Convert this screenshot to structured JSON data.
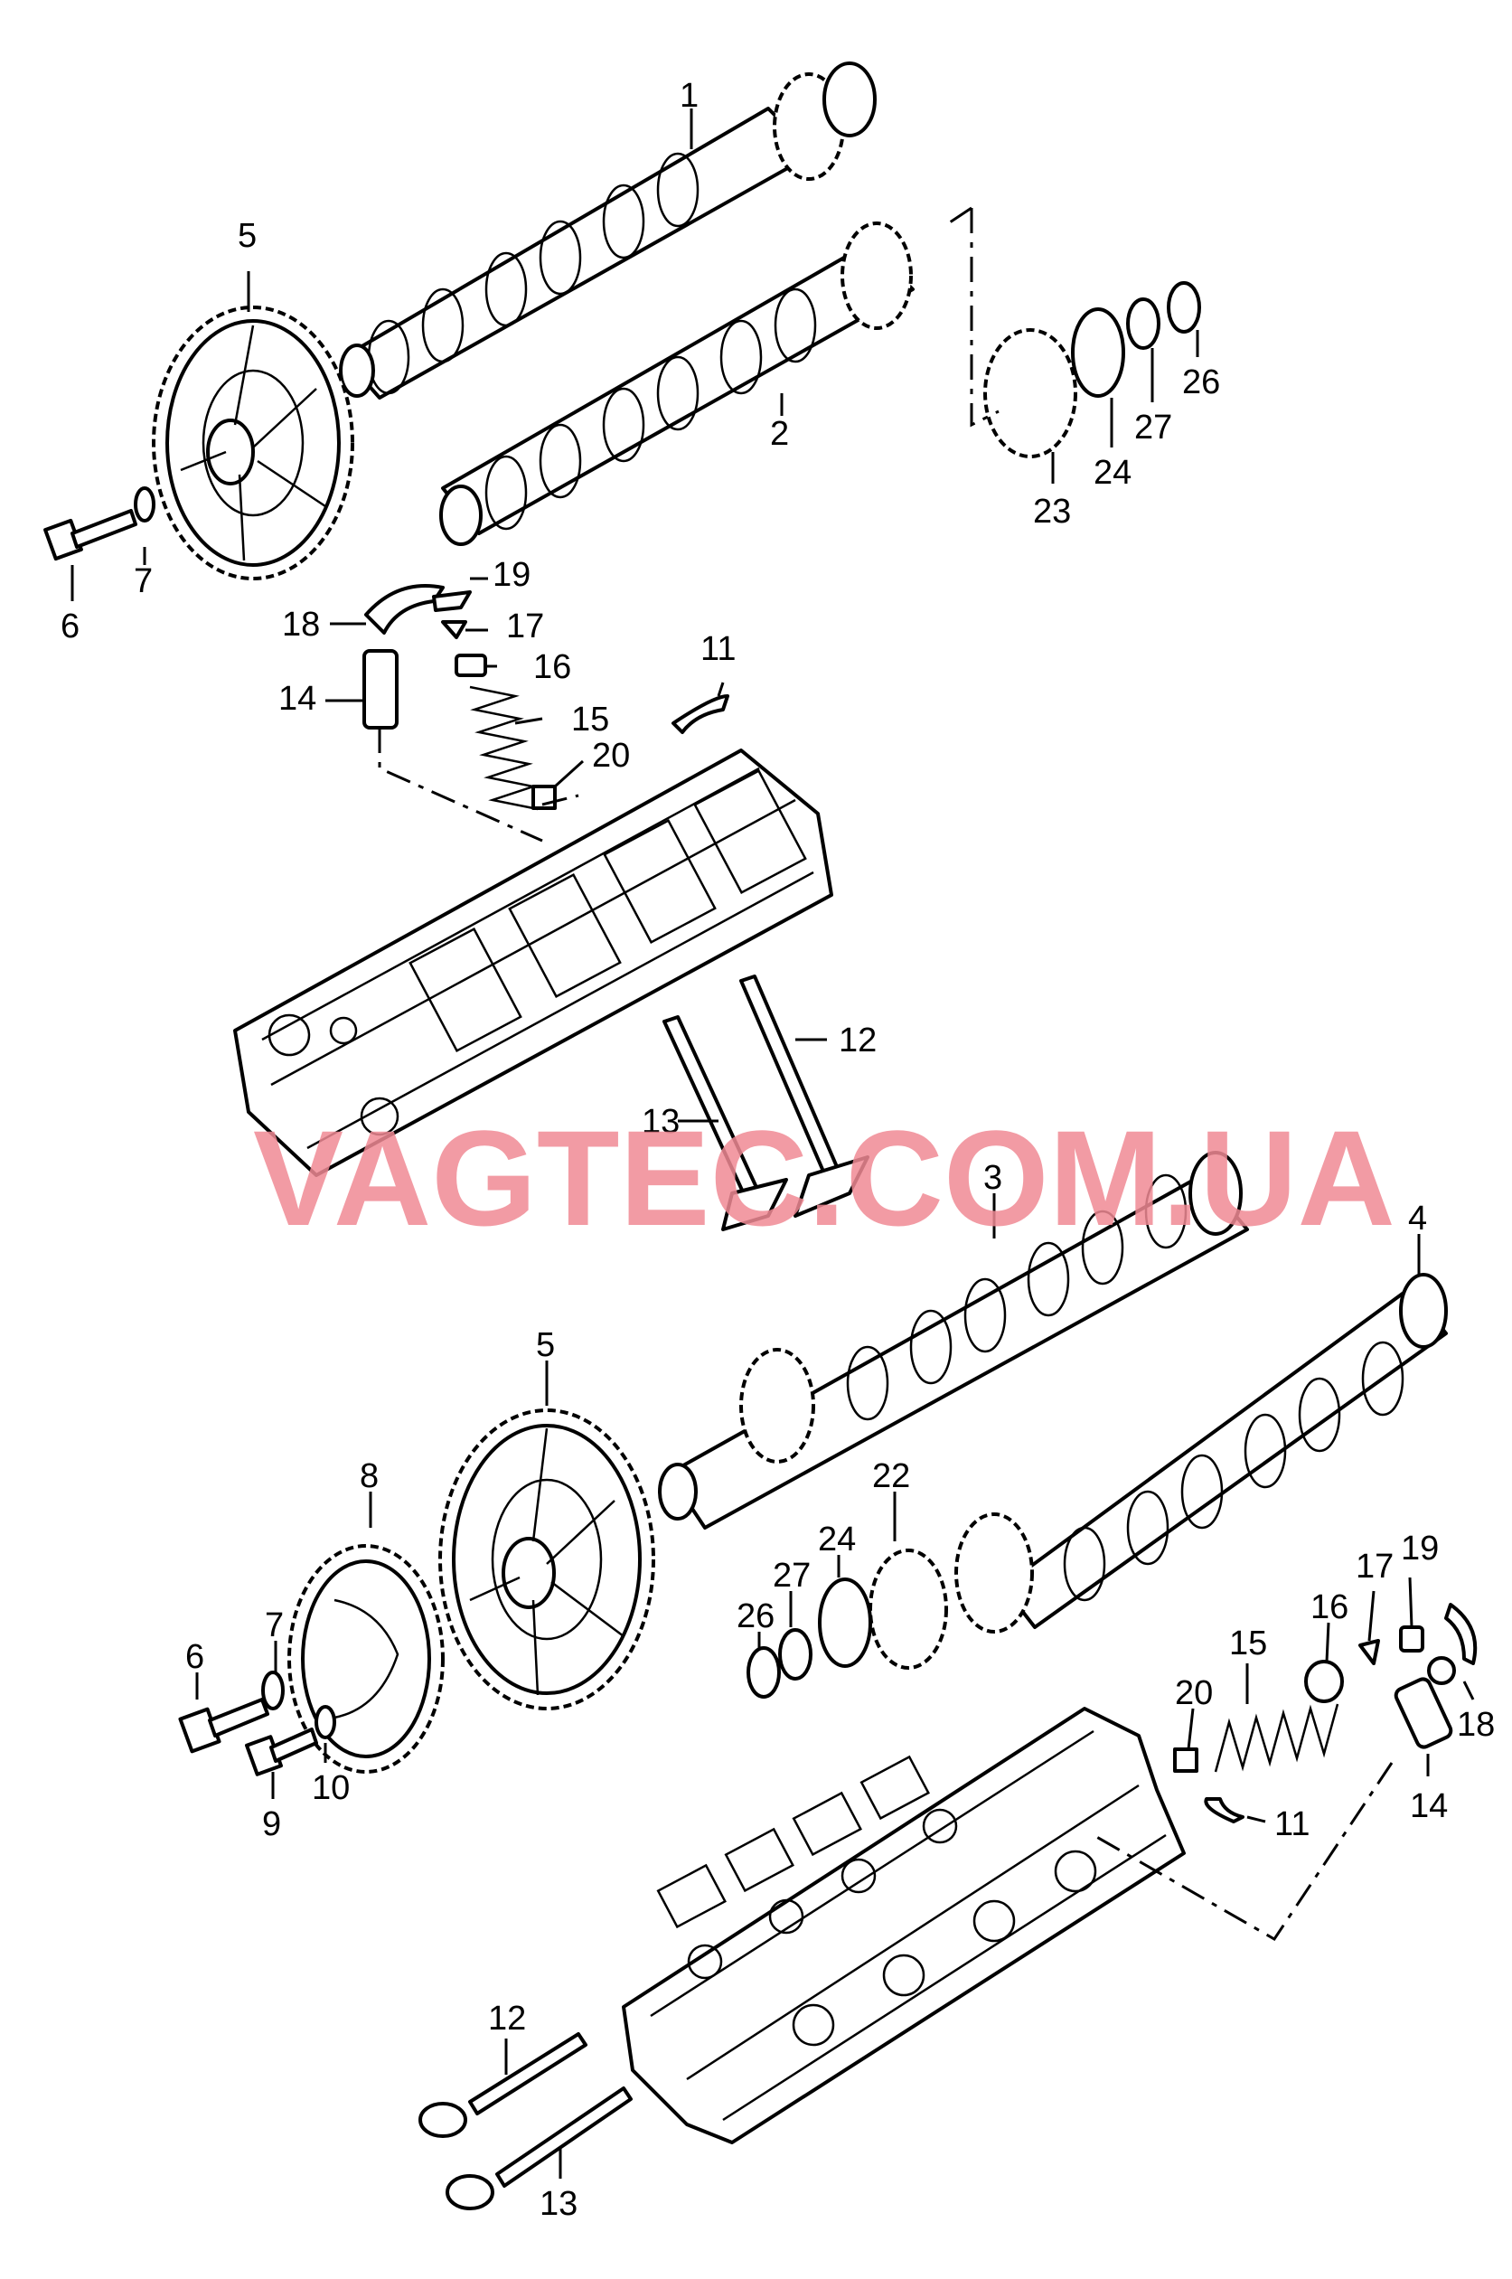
{
  "watermark": {
    "text": "VAGTEC.COM.UA",
    "color": "#f08a94"
  },
  "callouts": {
    "upper": {
      "c1": "1",
      "c2": "2",
      "c5": "5",
      "c6": "6",
      "c7": "7",
      "c11": "11",
      "c12": "12",
      "c13": "13",
      "c14": "14",
      "c15": "15",
      "c16": "16",
      "c17": "17",
      "c18": "18",
      "c19": "19",
      "c20": "20",
      "c23": "23",
      "c24": "24",
      "c26": "26",
      "c27": "27"
    },
    "lower": {
      "c3": "3",
      "c4": "4",
      "c5": "5",
      "c6": "6",
      "c7": "7",
      "c8": "8",
      "c9": "9",
      "c10": "10",
      "c11": "11",
      "c12": "12",
      "c13": "13",
      "c14": "14",
      "c15": "15",
      "c16": "16",
      "c17": "17",
      "c18": "18",
      "c19": "19",
      "c20": "20",
      "c22": "22",
      "c24": "24",
      "c26": "26",
      "c27": "27"
    }
  }
}
